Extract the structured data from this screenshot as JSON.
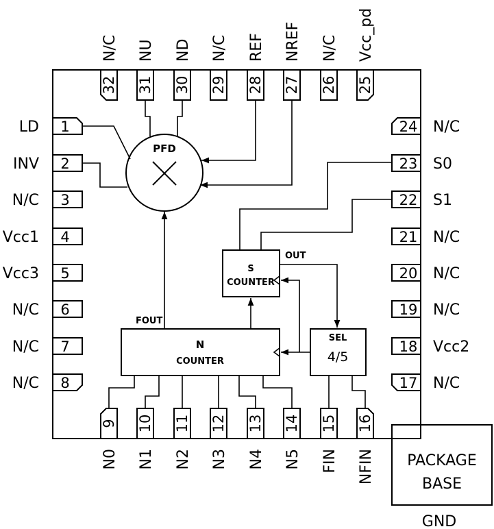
{
  "pins": [
    {
      "num": "1",
      "name": "LD"
    },
    {
      "num": "2",
      "name": "INV"
    },
    {
      "num": "3",
      "name": "N/C"
    },
    {
      "num": "4",
      "name": "Vcc1"
    },
    {
      "num": "5",
      "name": "Vcc3"
    },
    {
      "num": "6",
      "name": "N/C"
    },
    {
      "num": "7",
      "name": "N/C"
    },
    {
      "num": "8",
      "name": "N/C"
    },
    {
      "num": "9",
      "name": "N0"
    },
    {
      "num": "10",
      "name": "N1"
    },
    {
      "num": "11",
      "name": "N2"
    },
    {
      "num": "12",
      "name": "N3"
    },
    {
      "num": "13",
      "name": "N4"
    },
    {
      "num": "14",
      "name": "N5"
    },
    {
      "num": "15",
      "name": "FIN"
    },
    {
      "num": "16",
      "name": "NFIN"
    },
    {
      "num": "17",
      "name": "N/C"
    },
    {
      "num": "18",
      "name": "Vcc2"
    },
    {
      "num": "19",
      "name": "N/C"
    },
    {
      "num": "20",
      "name": "N/C"
    },
    {
      "num": "21",
      "name": "N/C"
    },
    {
      "num": "22",
      "name": "S1"
    },
    {
      "num": "23",
      "name": "S0"
    },
    {
      "num": "24",
      "name": "N/C"
    },
    {
      "num": "25",
      "name": "Vcc_pd"
    },
    {
      "num": "26",
      "name": "N/C"
    },
    {
      "num": "27",
      "name": "NREF"
    },
    {
      "num": "28",
      "name": "REF"
    },
    {
      "num": "29",
      "name": "N/C"
    },
    {
      "num": "30",
      "name": "ND"
    },
    {
      "num": "31",
      "name": "NU"
    },
    {
      "num": "32",
      "name": "N/C"
    }
  ],
  "blocks": {
    "pfd": "PFD",
    "s_counter_line1": "S",
    "s_counter_line2": "COUNTER",
    "n_counter_line1": "N",
    "n_counter_line2": "COUNTER",
    "sel_line1": "SEL",
    "sel_line2": "4/5",
    "out_label": "OUT",
    "fout_label": "FOUT",
    "package_line1": "PACKAGE",
    "package_line2": "BASE",
    "gnd_label": "GND"
  }
}
